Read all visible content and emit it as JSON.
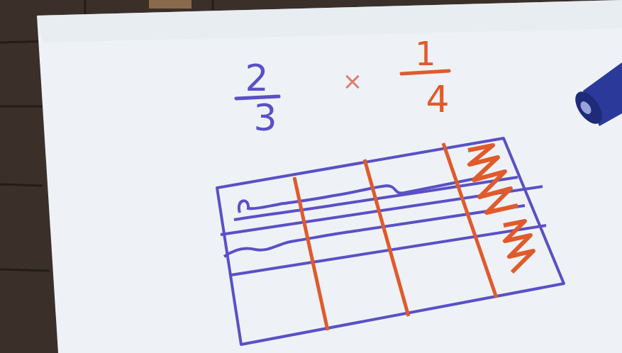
{
  "diagram": {
    "labels": [
      "2",
      "3",
      "×",
      "1",
      "4"
    ]
  }
}
